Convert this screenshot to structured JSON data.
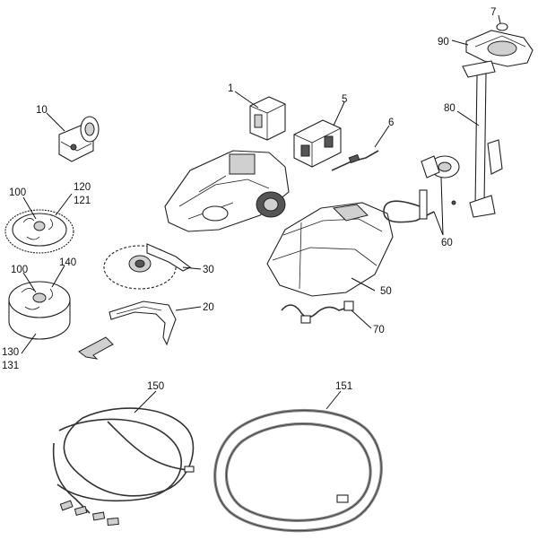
{
  "callouts": [
    {
      "id": "c1",
      "text": "1"
    },
    {
      "id": "c5",
      "text": "5"
    },
    {
      "id": "c6",
      "text": "6"
    },
    {
      "id": "c7",
      "text": "7"
    },
    {
      "id": "c90",
      "text": "90"
    },
    {
      "id": "c80",
      "text": "80"
    },
    {
      "id": "c10",
      "text": "10"
    },
    {
      "id": "c100a",
      "text": "100"
    },
    {
      "id": "c120",
      "text": "120"
    },
    {
      "id": "c121",
      "text": "121"
    },
    {
      "id": "c100b",
      "text": "100"
    },
    {
      "id": "c140",
      "text": "140"
    },
    {
      "id": "c130",
      "text": "130"
    },
    {
      "id": "c131",
      "text": "131"
    },
    {
      "id": "c30",
      "text": "30"
    },
    {
      "id": "c20",
      "text": "20"
    },
    {
      "id": "c50",
      "text": "50"
    },
    {
      "id": "c60",
      "text": "60"
    },
    {
      "id": "c70",
      "text": "70"
    },
    {
      "id": "c150",
      "text": "150"
    },
    {
      "id": "c151",
      "text": "151"
    }
  ],
  "colors": {
    "line": "#222222",
    "shade": "#d0d0d0",
    "background": "#ffffff"
  }
}
